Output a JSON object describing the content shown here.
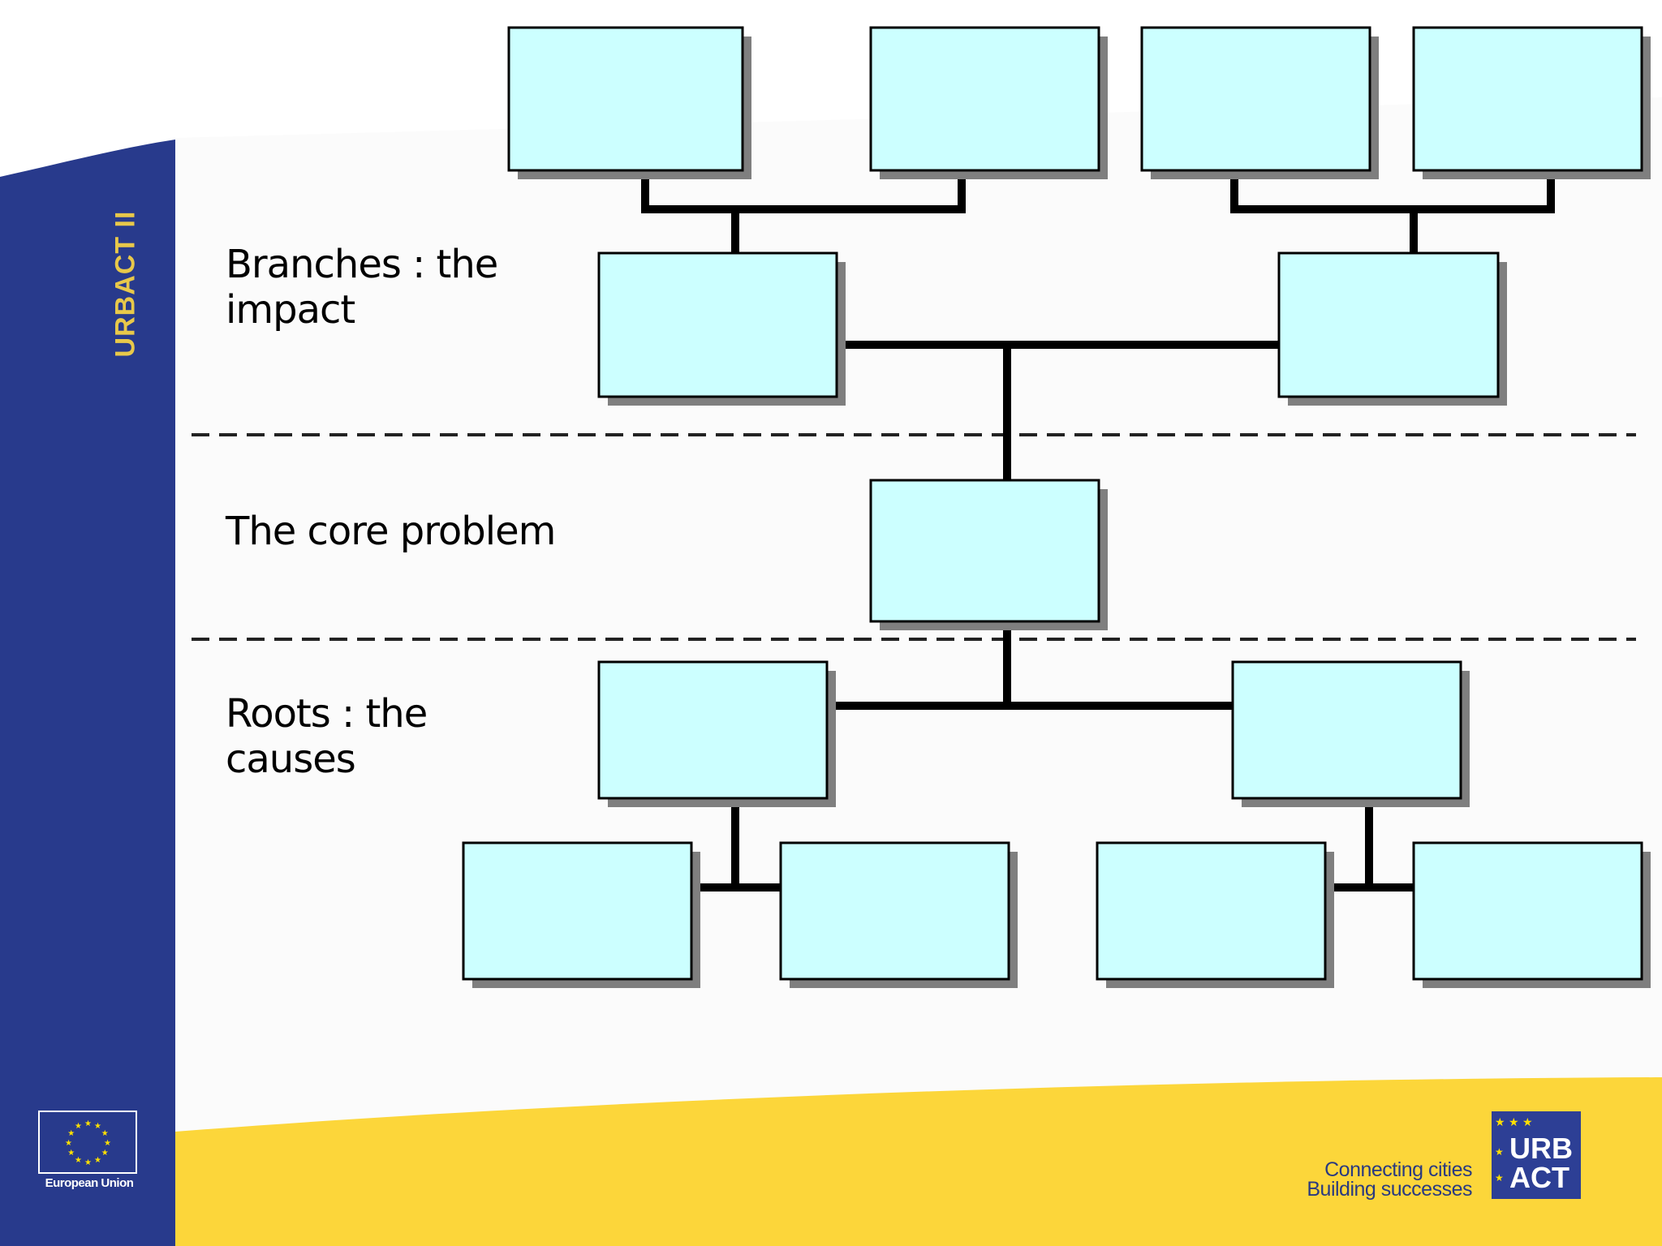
{
  "slide": {
    "vertical_title": "URBACT II",
    "labels": {
      "branches": "Branches :   the impact",
      "core": "The core problem",
      "roots": "Roots : the causes"
    },
    "footer": {
      "tagline_line1": "Connecting cities",
      "tagline_line2": "Building successes",
      "eu_caption": "European Union",
      "urbact_logo_line1": "URB",
      "urbact_logo_line2": "ACT"
    },
    "colors": {
      "sidebar_blue": "#283a8c",
      "footer_yellow": "#fcd63a",
      "box_fill": "#ccffff",
      "title_gold": "#e8c84a"
    }
  }
}
